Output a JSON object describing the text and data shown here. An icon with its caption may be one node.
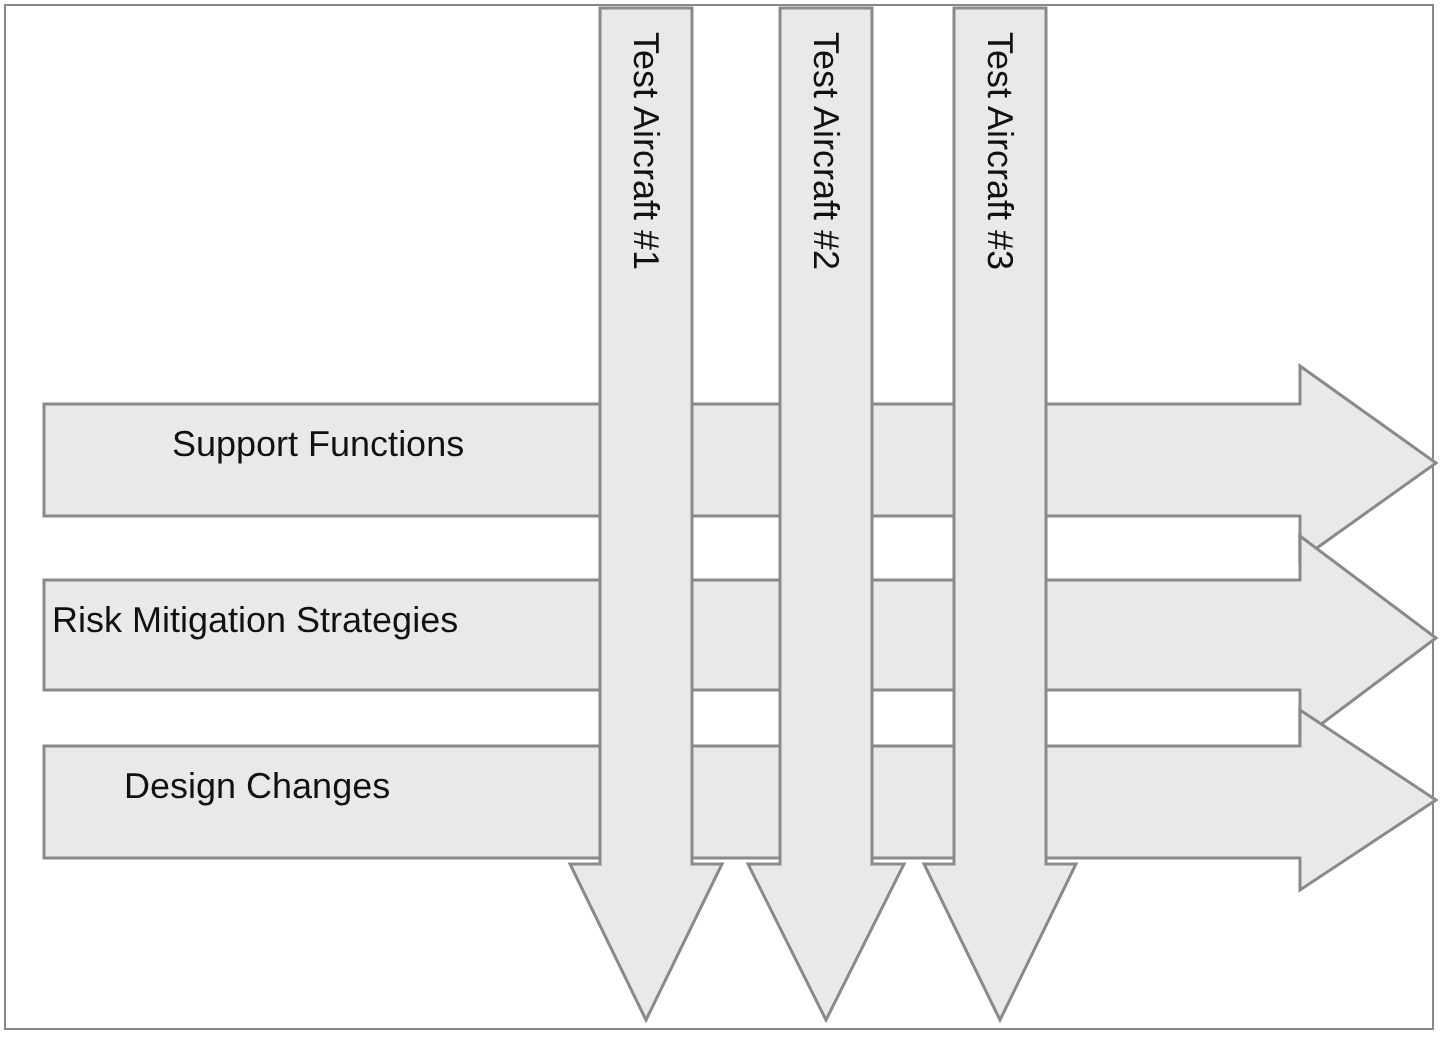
{
  "diagram": {
    "nodes": [
      {
        "text": [
          "Support Functions"
        ]
      },
      {
        "text": [
          "Risk Mitigation Strategies"
        ]
      },
      {
        "text": [
          "Design Changes"
        ]
      },
      {
        "text": [
          "Test Aircraft #1"
        ]
      },
      {
        "text": [
          "Test Aircraft #2"
        ]
      },
      {
        "text": [
          "Test Aircraft #3"
        ]
      }
    ]
  }
}
